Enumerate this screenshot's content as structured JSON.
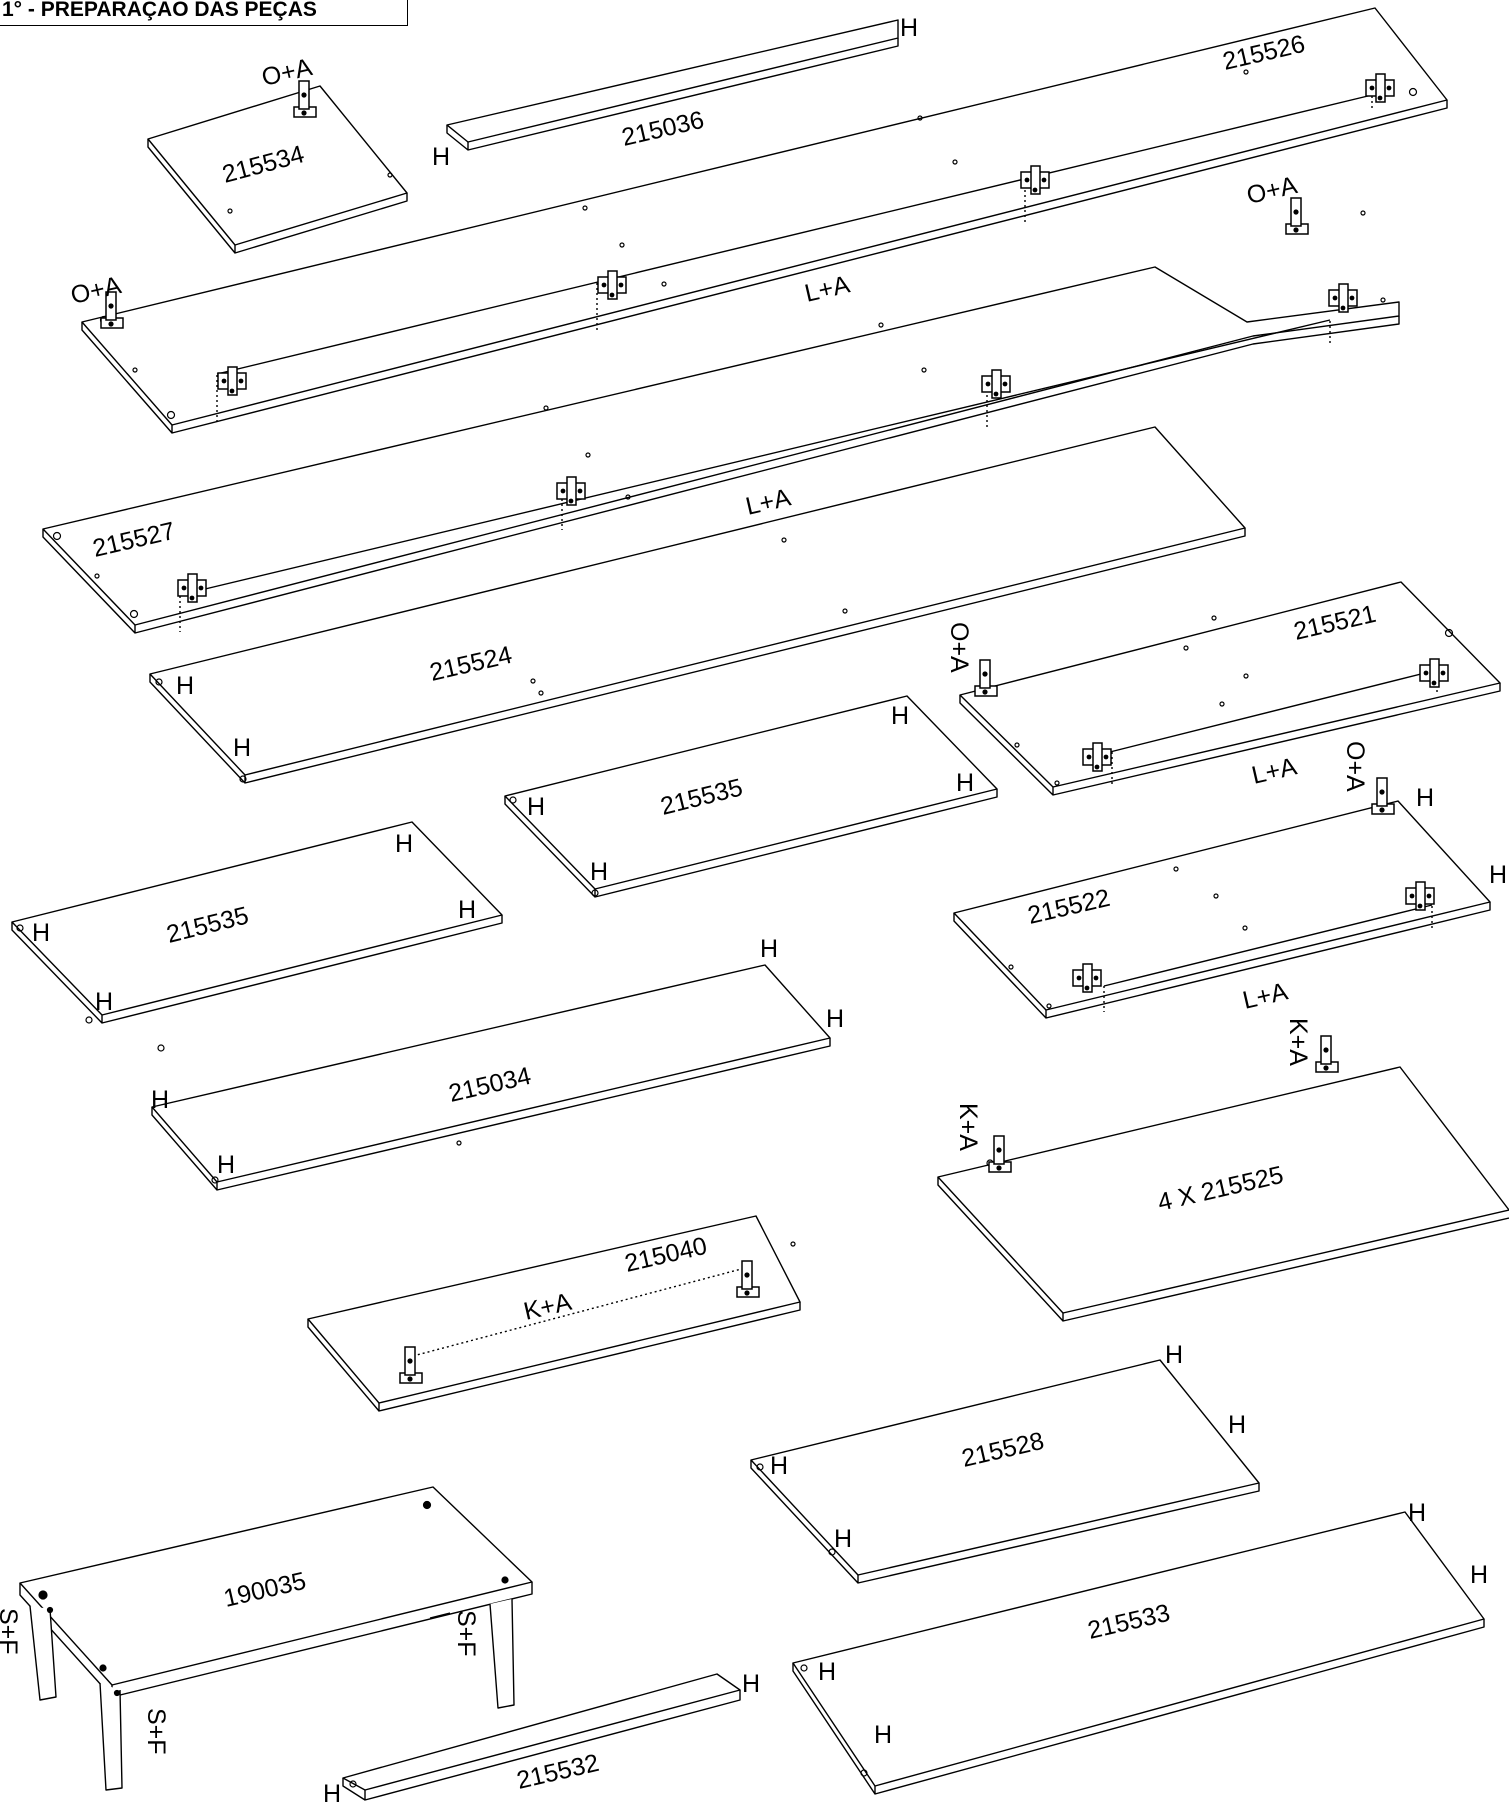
{
  "header": {
    "title": "1° - PREPARAÇÃO DAS PEÇAS"
  },
  "panels": [
    {
      "id": "p-215534",
      "code": "215534"
    },
    {
      "id": "p-215036",
      "code": "215036"
    },
    {
      "id": "p-215526",
      "code": "215526"
    },
    {
      "id": "p-215527",
      "code": "215527"
    },
    {
      "id": "p-215524",
      "code": "215524"
    },
    {
      "id": "p-215535a",
      "code": "215535"
    },
    {
      "id": "p-215521",
      "code": "215521"
    },
    {
      "id": "p-215535b",
      "code": "215535"
    },
    {
      "id": "p-215522",
      "code": "215522"
    },
    {
      "id": "p-215034",
      "code": "215034"
    },
    {
      "id": "p-215525",
      "code": "4 X 215525"
    },
    {
      "id": "p-215040",
      "code": "215040"
    },
    {
      "id": "p-215528",
      "code": "215528"
    },
    {
      "id": "p-190035",
      "code": "190035"
    },
    {
      "id": "p-215533",
      "code": "215533"
    },
    {
      "id": "p-215532",
      "code": "215532"
    }
  ],
  "hardware_codes": {
    "h": "H",
    "oa": "O+A",
    "la": "L+A",
    "ka": "K+A",
    "sf": "S+F"
  }
}
